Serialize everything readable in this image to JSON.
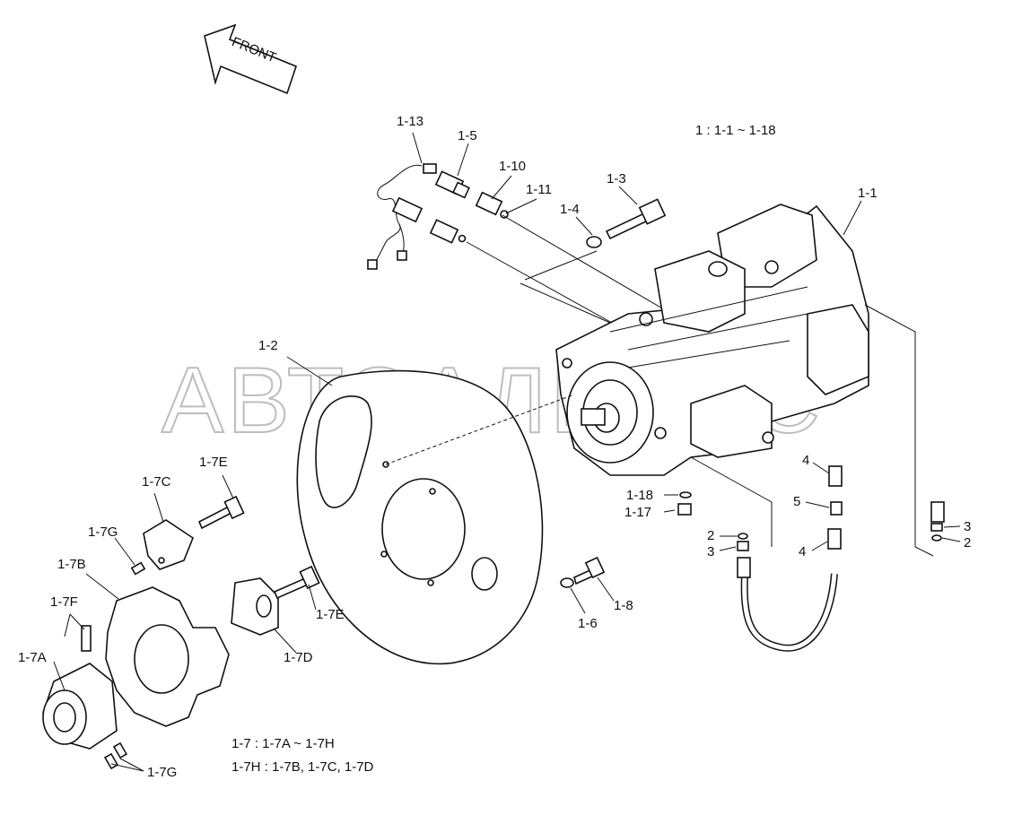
{
  "front_label": "FRONT",
  "watermark": "АВТОАЛЬЯНС",
  "notes": {
    "assembly": "1 : 1-1 ~ 1-18",
    "coupling": "1-7 : 1-7A ~ 1-7H",
    "coupling_h": "1-7H : 1-7B, 1-7C, 1-7D"
  },
  "callouts": {
    "c1_13": "1-13",
    "c1_5": "1-5",
    "c1_10": "1-10",
    "c1_11": "1-11",
    "c1_3": "1-3",
    "c1_4": "1-4",
    "c1_1": "1-1",
    "c1_2": "1-2",
    "c1_7E_a": "1-7E",
    "c1_7C": "1-7C",
    "c1_7G_a": "1-7G",
    "c1_7B": "1-7B",
    "c1_7F": "1-7F",
    "c1_7A": "1-7A",
    "c1_7E_b": "1-7E",
    "c1_7D": "1-7D",
    "c1_7G_b": "1-7G",
    "c1_18": "1-18",
    "c1_17": "1-17",
    "c1_6": "1-6",
    "c1_8": "1-8",
    "c4_a": "4",
    "c5": "5",
    "c2_a": "2",
    "c3_a": "3",
    "c4_b": "4",
    "c3_b": "3",
    "c2_b": "2"
  }
}
